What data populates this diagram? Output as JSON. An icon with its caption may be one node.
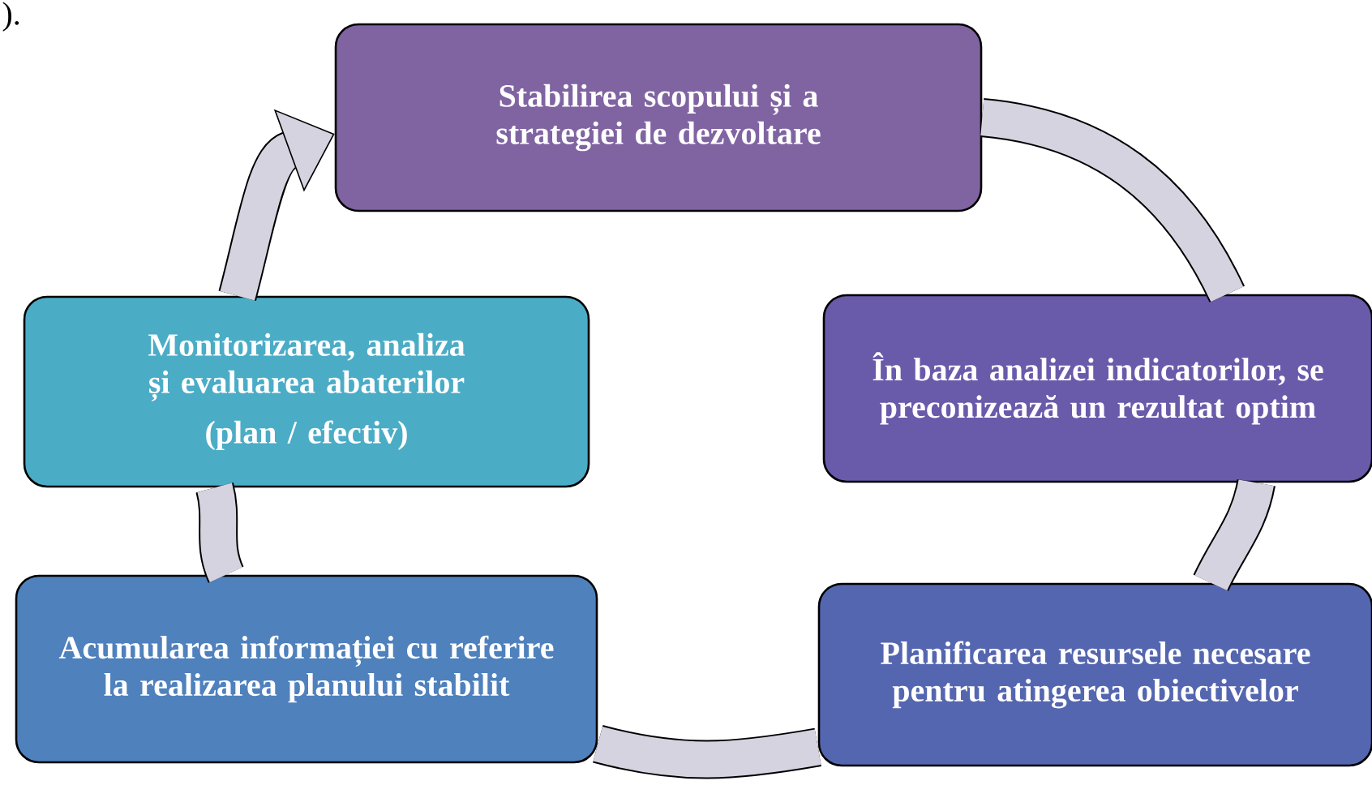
{
  "diagram": {
    "nodes": [
      {
        "text": [
          "Stabilirea scopului și a strategiei de dezvoltare"
        ]
      },
      {
        "text": [
          "În baza analizei indicatorilor, se preconizează un rezultat optim"
        ]
      },
      {
        "text": [
          "Planificarea resursele necesare pentru atingerea obiectivelor"
        ]
      },
      {
        "text": [
          "Acumularea informației cu referire la realizarea planului stabilit"
        ]
      },
      {
        "text": [
          "Monitorizarea, analiza și evaluarea abaterilor",
          "(plan / efectiv)"
        ]
      }
    ],
    "edges": [
      {
        "from": 0,
        "to": 1,
        "arrow": "none"
      },
      {
        "from": 1,
        "to": 2,
        "arrow": "none"
      },
      {
        "from": 2,
        "to": 3,
        "arrow": "none"
      },
      {
        "from": 3,
        "to": 4,
        "arrow": "none"
      },
      {
        "from": 4,
        "to": 0,
        "arrow": "to"
      }
    ],
    "labels": [
      ")."
    ]
  }
}
